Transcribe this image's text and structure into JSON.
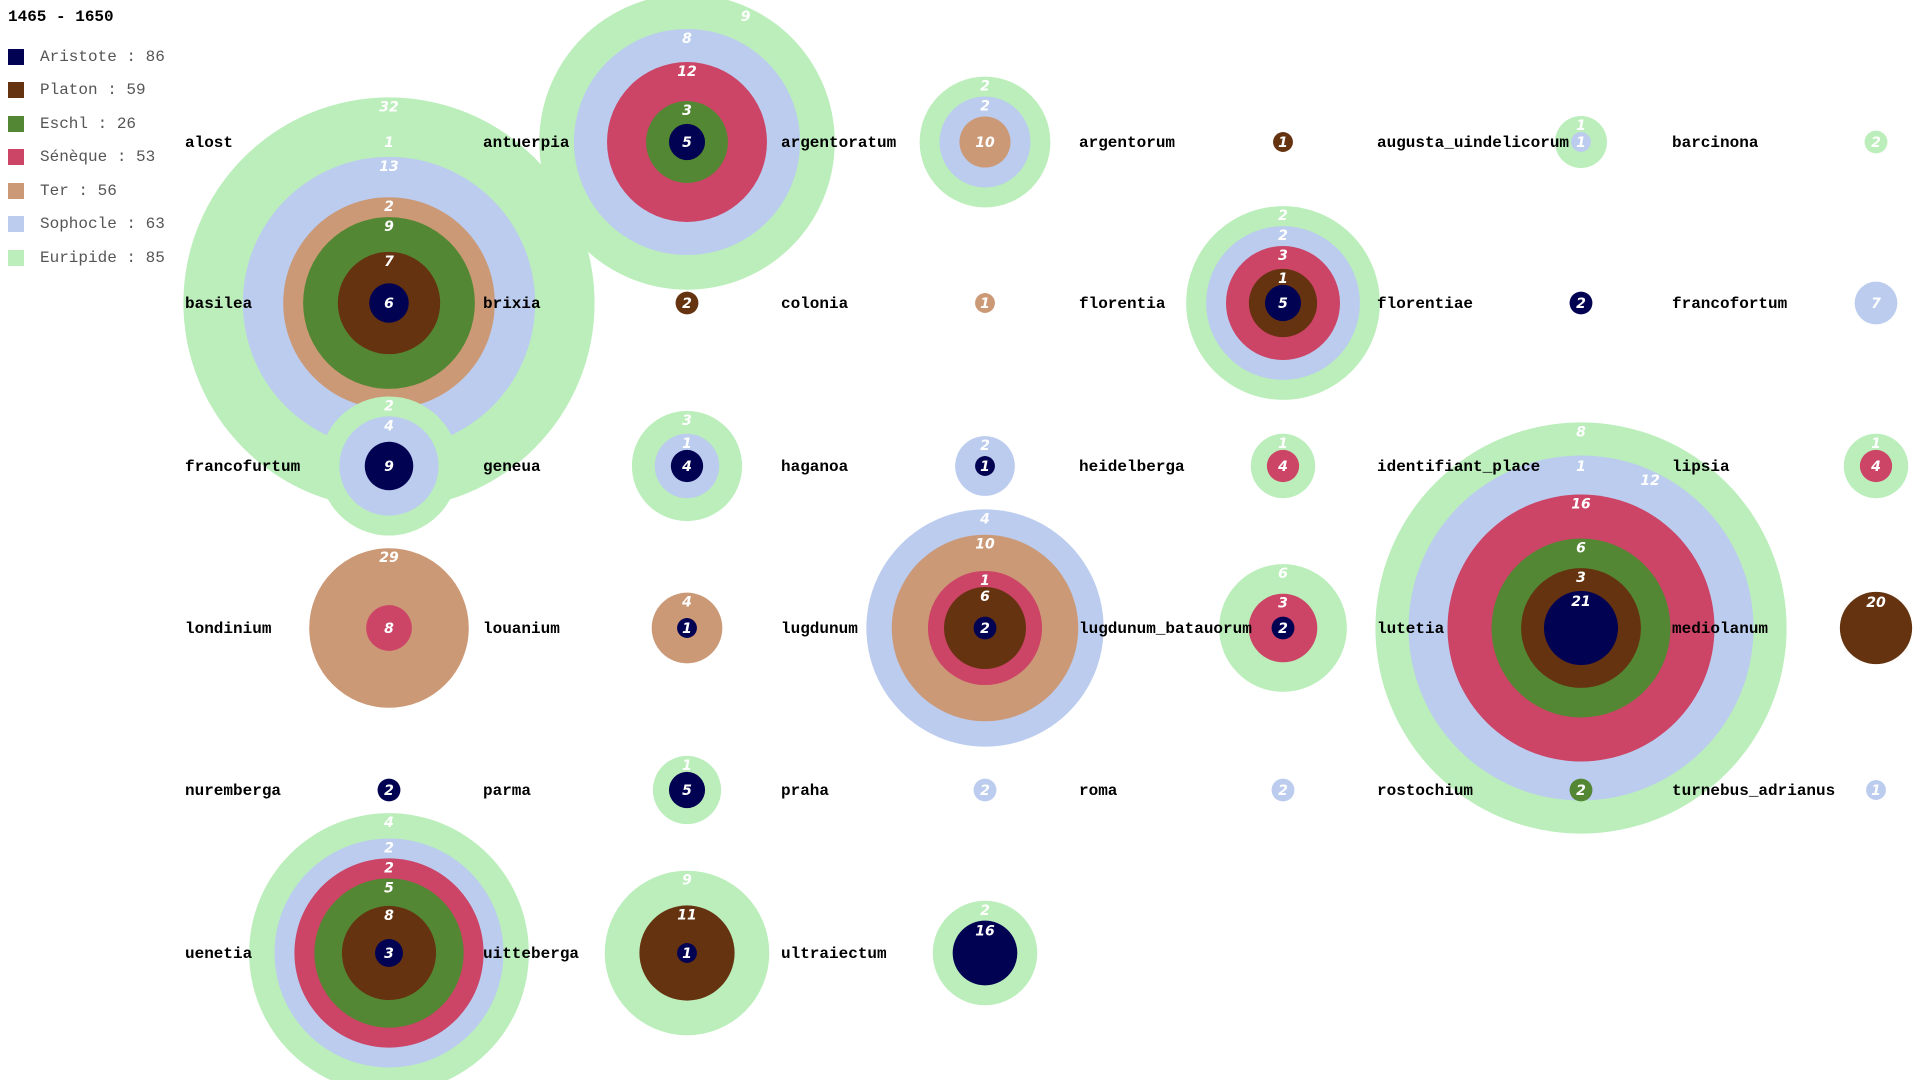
{
  "chart_data": {
    "type": "nested-circles",
    "title": "1465 - 1650",
    "series": [
      {
        "name": "Aristote",
        "total": 86,
        "color": "#020252"
      },
      {
        "name": "Platon",
        "total": 59,
        "color": "#663311"
      },
      {
        "name": "Eschl",
        "total": 26,
        "color": "#548733"
      },
      {
        "name": "Sénèque",
        "total": 53,
        "color": "#cc4466"
      },
      {
        "name": "Ter",
        "total": 56,
        "color": "#cc9977"
      },
      {
        "name": "Sophocle",
        "total": 63,
        "color": "#bbccee"
      },
      {
        "name": "Euripide",
        "total": 85,
        "color": "#bbeebb"
      }
    ],
    "cities": [
      {
        "name": "alost",
        "values": [
          1,
          0,
          0,
          0,
          0,
          0,
          0
        ]
      },
      {
        "name": "antuerpia",
        "values": [
          5,
          0,
          3,
          12,
          0,
          8,
          9
        ]
      },
      {
        "name": "argentoratum",
        "values": [
          0,
          0,
          0,
          0,
          10,
          2,
          2
        ]
      },
      {
        "name": "argentorum",
        "values": [
          0,
          1,
          0,
          0,
          0,
          0,
          0
        ]
      },
      {
        "name": "augusta_uindelicorum",
        "values": [
          0,
          0,
          0,
          0,
          0,
          1,
          1
        ]
      },
      {
        "name": "barcinona",
        "values": [
          0,
          0,
          0,
          0,
          0,
          0,
          2
        ]
      },
      {
        "name": "basilea",
        "values": [
          6,
          7,
          9,
          0,
          2,
          13,
          32
        ]
      },
      {
        "name": "brixia",
        "values": [
          0,
          2,
          0,
          0,
          0,
          0,
          0
        ]
      },
      {
        "name": "colonia",
        "values": [
          0,
          0,
          0,
          0,
          1,
          0,
          0
        ]
      },
      {
        "name": "florentia",
        "values": [
          5,
          1,
          0,
          3,
          0,
          2,
          2
        ]
      },
      {
        "name": "florentiae",
        "values": [
          2,
          0,
          0,
          0,
          0,
          0,
          0
        ]
      },
      {
        "name": "francofortum",
        "values": [
          0,
          0,
          0,
          0,
          0,
          7,
          0
        ]
      },
      {
        "name": "francofurtum",
        "values": [
          9,
          0,
          0,
          0,
          0,
          4,
          2
        ]
      },
      {
        "name": "geneua",
        "values": [
          4,
          0,
          0,
          0,
          0,
          1,
          3
        ]
      },
      {
        "name": "haganoa",
        "values": [
          1,
          0,
          0,
          0,
          0,
          2,
          0
        ]
      },
      {
        "name": "heidelberga",
        "values": [
          0,
          0,
          0,
          4,
          0,
          0,
          1
        ]
      },
      {
        "name": "identifiant_place",
        "values": [
          0,
          0,
          1,
          0,
          0,
          0,
          0
        ]
      },
      {
        "name": "lipsia",
        "values": [
          0,
          0,
          0,
          4,
          0,
          0,
          1
        ]
      },
      {
        "name": "londinium",
        "values": [
          0,
          0,
          0,
          8,
          29,
          0,
          0
        ]
      },
      {
        "name": "louanium",
        "values": [
          1,
          0,
          0,
          0,
          4,
          0,
          0
        ]
      },
      {
        "name": "lugdunum",
        "values": [
          2,
          6,
          0,
          1,
          10,
          4,
          0
        ]
      },
      {
        "name": "lugdunum_batauorum",
        "values": [
          2,
          0,
          0,
          3,
          0,
          0,
          6
        ]
      },
      {
        "name": "lutetia",
        "values": [
          21,
          3,
          6,
          16,
          0,
          12,
          8
        ]
      },
      {
        "name": "mediolanum",
        "values": [
          0,
          20,
          0,
          0,
          0,
          0,
          0
        ]
      },
      {
        "name": "nuremberga",
        "values": [
          2,
          0,
          0,
          0,
          0,
          0,
          0
        ]
      },
      {
        "name": "parma",
        "values": [
          5,
          0,
          0,
          0,
          0,
          0,
          1
        ]
      },
      {
        "name": "praha",
        "values": [
          0,
          0,
          0,
          0,
          0,
          2,
          0
        ]
      },
      {
        "name": "roma",
        "values": [
          0,
          0,
          0,
          0,
          0,
          2,
          0
        ]
      },
      {
        "name": "rostochium",
        "values": [
          0,
          0,
          2,
          0,
          0,
          0,
          0
        ]
      },
      {
        "name": "turnebus_adrianus",
        "values": [
          0,
          0,
          0,
          0,
          0,
          1,
          0
        ]
      },
      {
        "name": "uenetia",
        "values": [
          3,
          8,
          5,
          2,
          0,
          2,
          4
        ]
      },
      {
        "name": "uitteberga",
        "values": [
          1,
          11,
          0,
          0,
          0,
          0,
          9
        ]
      },
      {
        "name": "ultraiectum",
        "values": [
          16,
          0,
          0,
          0,
          0,
          0,
          2
        ]
      }
    ]
  }
}
